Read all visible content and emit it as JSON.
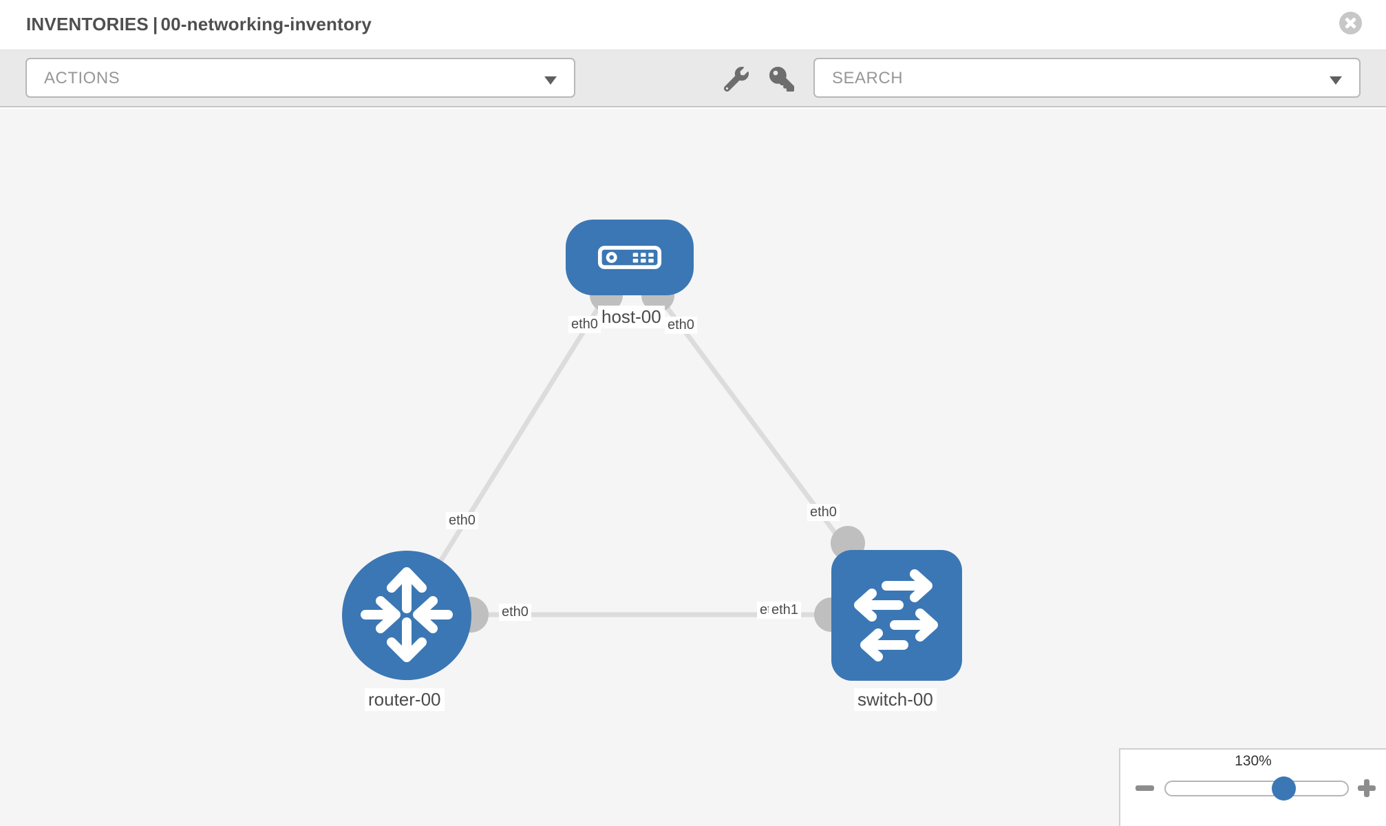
{
  "header": {
    "section": "INVENTORIES",
    "separator": "|",
    "inventory_name": "00-networking-inventory"
  },
  "toolbar": {
    "actions_label": "ACTIONS",
    "search_label": "SEARCH"
  },
  "topology": {
    "nodes": [
      {
        "name": "host-00",
        "type": "host"
      },
      {
        "name": "router-00",
        "type": "router"
      },
      {
        "name": "switch-00",
        "type": "switch"
      }
    ],
    "links": [
      {
        "source": "host-00",
        "source_iface": "eth0",
        "target": "router-00",
        "target_iface": "eth0"
      },
      {
        "source": "host-00",
        "source_iface": "eth0",
        "target": "switch-00",
        "target_iface": "eth0"
      },
      {
        "source": "router-00",
        "source_iface": "eth0",
        "target": "switch-00",
        "target_iface": "eth1",
        "target_iface_overlapped": "eth0"
      }
    ]
  },
  "zoom_control": {
    "level": "130%"
  },
  "colors": {
    "node_blue": "#3b77b4",
    "link_gray": "#dcdcdc",
    "connector_gray": "#bfbfbf",
    "canvas_bg": "#f5f5f5",
    "label_text": "#4b4b4b"
  }
}
